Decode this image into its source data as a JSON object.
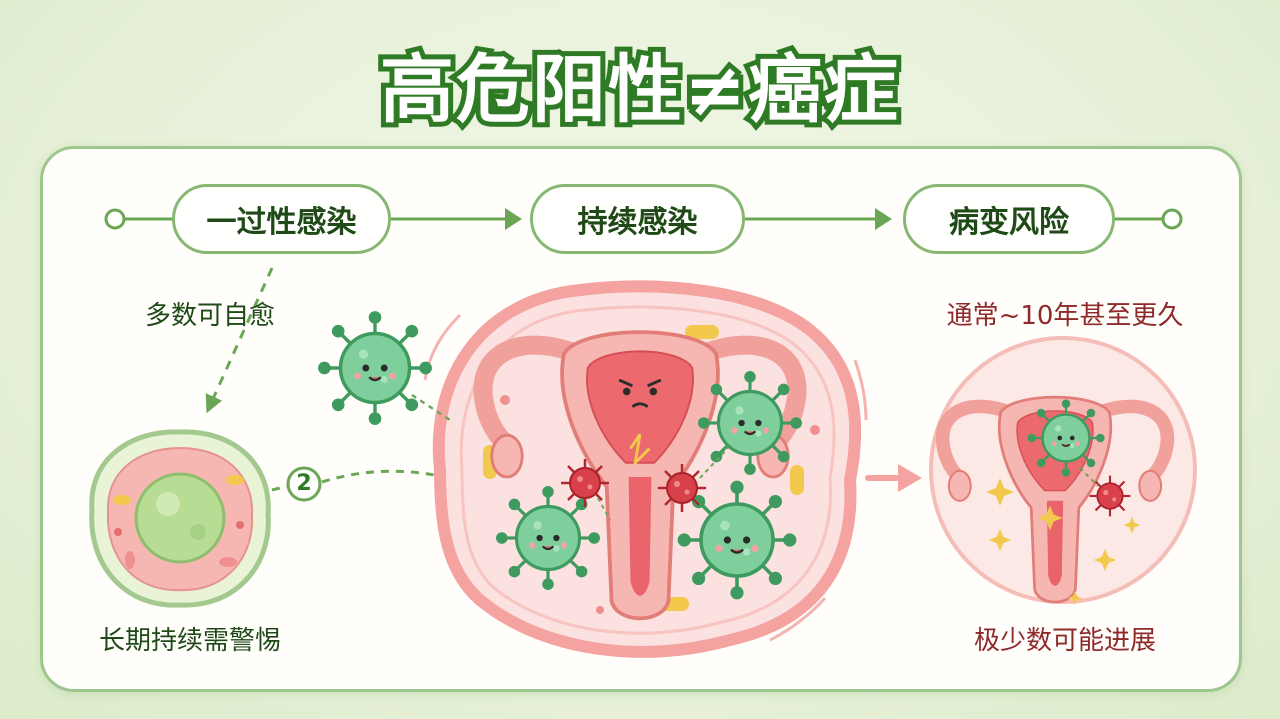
{
  "title": "高危阳性≠癌症",
  "stages": [
    {
      "label": "一过性感染",
      "caption": "多数可自愈"
    },
    {
      "label": "持续感染"
    },
    {
      "label": "病变风险",
      "caption": "通常~10年甚至更久"
    }
  ],
  "step_badge": "2",
  "bottom_captions": {
    "left": "长期持续需警惕",
    "right": "极少数可能进展"
  },
  "colors": {
    "brand_green": "#2f7a24",
    "outline_green": "#86b874",
    "virus_green": "#7fcf9c",
    "virus_red": "#d8404a",
    "tissue_pink": "#f6b7b3",
    "caption_red": "#8e2a2a"
  },
  "icons": [
    "hpv-virus-icon",
    "uterus-icon",
    "cell-icon",
    "sparkle-icon",
    "arrow-icon"
  ]
}
